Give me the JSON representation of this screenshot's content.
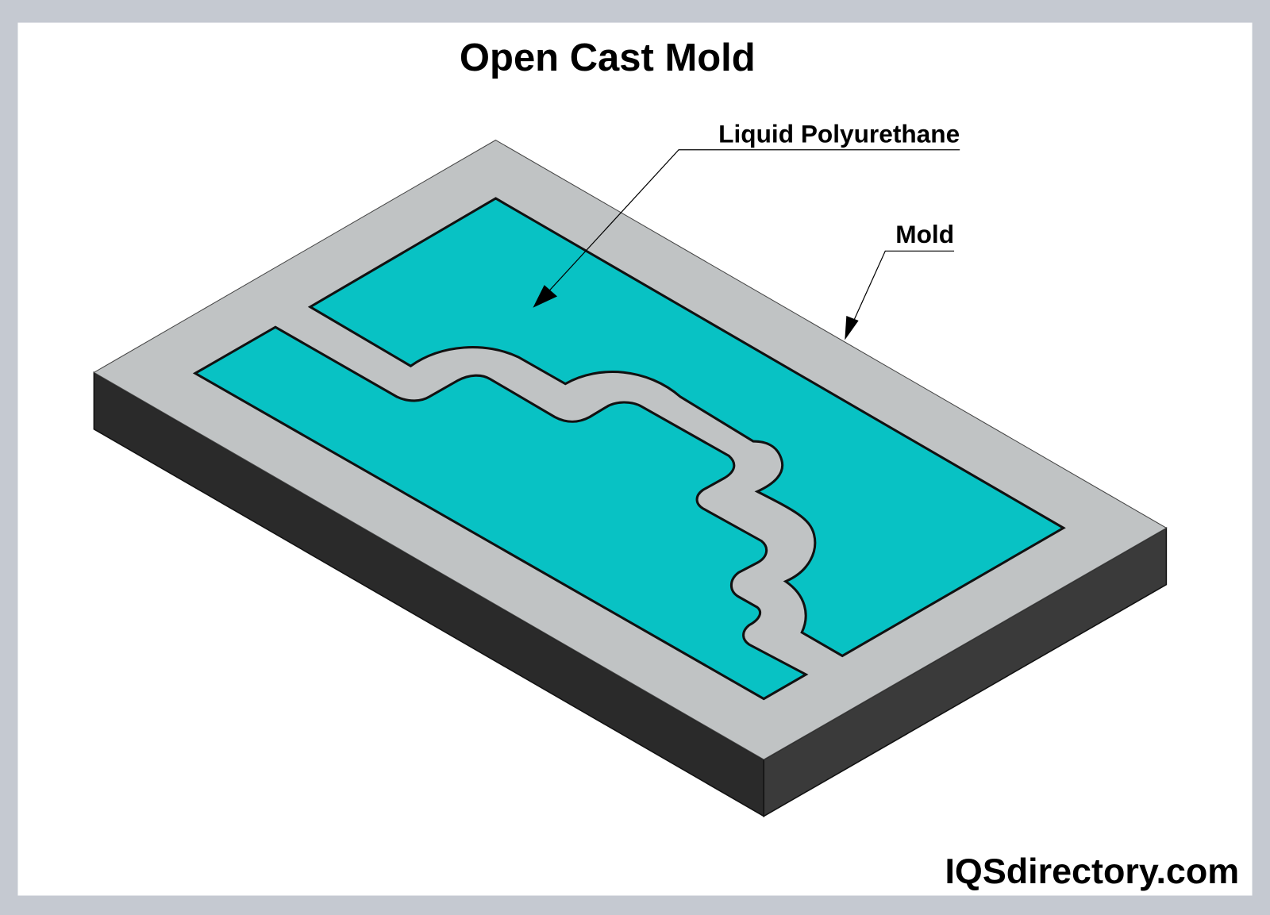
{
  "title": "Open Cast Mold",
  "labels": {
    "liquid": "Liquid Polyurethane",
    "mold": "Mold"
  },
  "watermark": "IQSdirectory.com",
  "colors": {
    "frame": "#c5c9d1",
    "mold_top": "#c0c3c4",
    "mold_side_left": "#2a2a2a",
    "mold_side_right": "#3a3a3a",
    "liquid": "#08c2c4"
  }
}
